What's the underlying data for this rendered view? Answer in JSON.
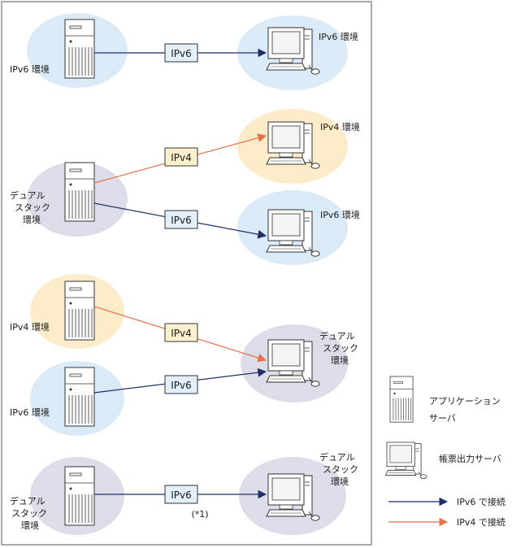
{
  "colors": {
    "ipv6_line": "#1f2f6b",
    "ipv4_line": "#e8724a",
    "ipv6_bubble": "#dbeaf7",
    "ipv4_bubble": "#fdecc9",
    "dual_bubble": "#dddde9",
    "ipv6_box_fill": "#e3f0fb",
    "ipv4_box_fill": "#fdf0cc"
  },
  "scenario1": {
    "server_label": "IPv6 環境",
    "client_label": "IPv6 環境",
    "link": "IPv6"
  },
  "scenario2": {
    "server_label": [
      "デュアル",
      "スタック",
      "環境"
    ],
    "client_a_label": "IPv4 環境",
    "client_b_label": "IPv6 環境",
    "link_a": "IPv4",
    "link_b": "IPv6"
  },
  "scenario3": {
    "server_a_label": "IPv4 環境",
    "server_b_label": "IPv6 環境",
    "client_label": [
      "デュアル",
      "スタック",
      "環境"
    ],
    "link_a": "IPv4",
    "link_b": "IPv6"
  },
  "scenario4": {
    "server_label": [
      "デュアル",
      "スタック",
      "環境"
    ],
    "client_label": [
      "デュアル",
      "スタック",
      "環境"
    ],
    "link": "IPv6",
    "note": "(*1)"
  },
  "legend": {
    "server": [
      "アプリケーション",
      "サーバ"
    ],
    "client": "帳票出力サーバ",
    "ipv6": "IPv6 で接続",
    "ipv4": "IPv4 で接続"
  }
}
